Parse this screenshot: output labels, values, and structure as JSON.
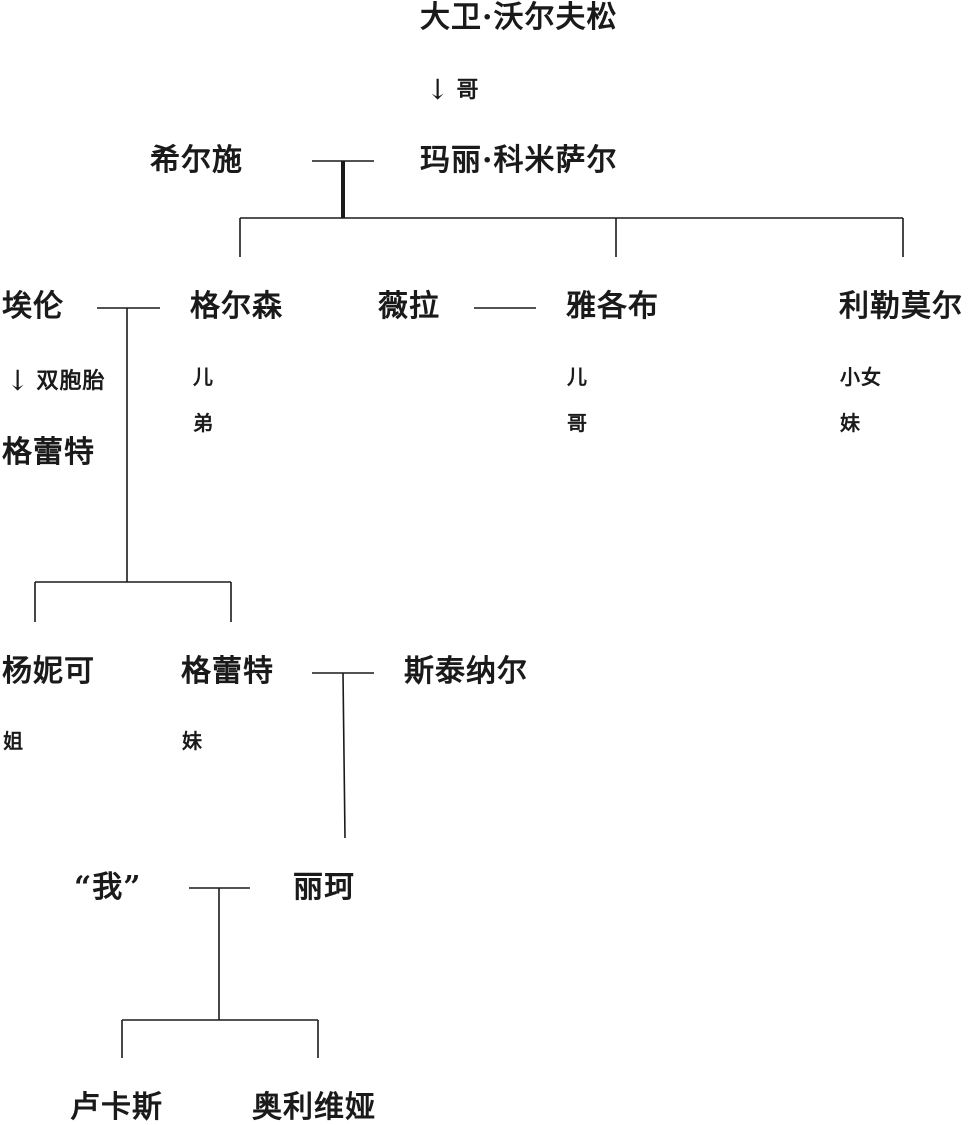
{
  "people": {
    "david": "大卫·沃尔夫松",
    "hirsch": "希尔施",
    "mary": "玛丽·科米萨尔",
    "allen": "埃伦",
    "gerson": "格尔森",
    "vera": "薇拉",
    "jacob": "雅各布",
    "lilmor": "利勒莫尔",
    "grete_elder": "格蕾特",
    "yannick": "杨妮可",
    "grete": "格蕾特",
    "steiner": "斯泰纳尔",
    "me": "“我”",
    "lika": "丽珂",
    "lucas": "卢卡斯",
    "olivia": "奥利维娅"
  },
  "relations": {
    "david_note": "哥",
    "allen_note": "双胞胎",
    "gerson_1": "儿",
    "gerson_2": "弟",
    "jacob_1": "儿",
    "jacob_2": "哥",
    "lilmor_1": "小女",
    "lilmor_2": "妹",
    "yannick": "姐",
    "grete": "妹"
  },
  "colors": {
    "ink": "#1a1a1a",
    "background": "#ffffff"
  }
}
